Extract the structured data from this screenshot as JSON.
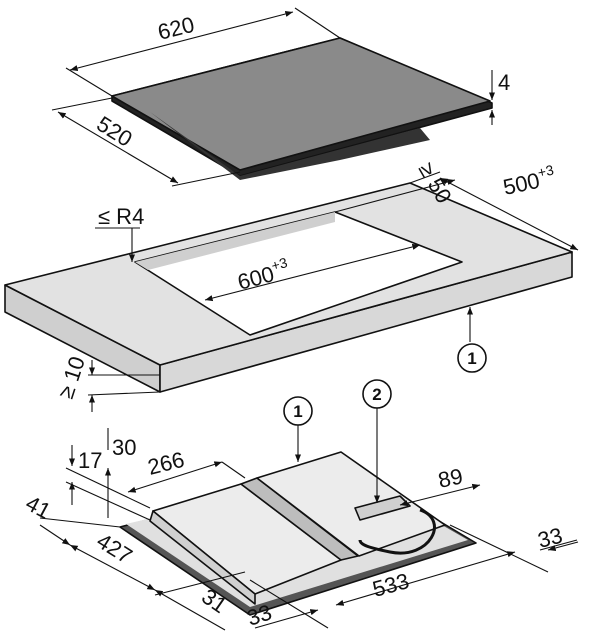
{
  "title": "Hob installation dimensions",
  "hob": {
    "width": "620",
    "depth": "520",
    "glass_thickness": "4"
  },
  "worktop": {
    "min_rear_clearance": "≥ 50",
    "worktop_depth": "500",
    "worktop_depth_tol": "+3",
    "corner_radius": "≤ R4",
    "cutout_width": "600",
    "cutout_width_tol": "+3",
    "min_thickness": "≥ 10"
  },
  "underside": {
    "height_17": "17",
    "height_30": "30",
    "module_width": "266",
    "connection_box": "89",
    "left_offset": "41",
    "depth_427": "427",
    "front_offset": "31",
    "side_offset_left": "33",
    "width_533": "533",
    "side_offset_right": "33"
  },
  "callouts": {
    "c1": "1",
    "c2": "2"
  },
  "colors": {
    "glass": "#8a8a8a",
    "worktop": "#dcdcdc",
    "module": "#ececec"
  }
}
